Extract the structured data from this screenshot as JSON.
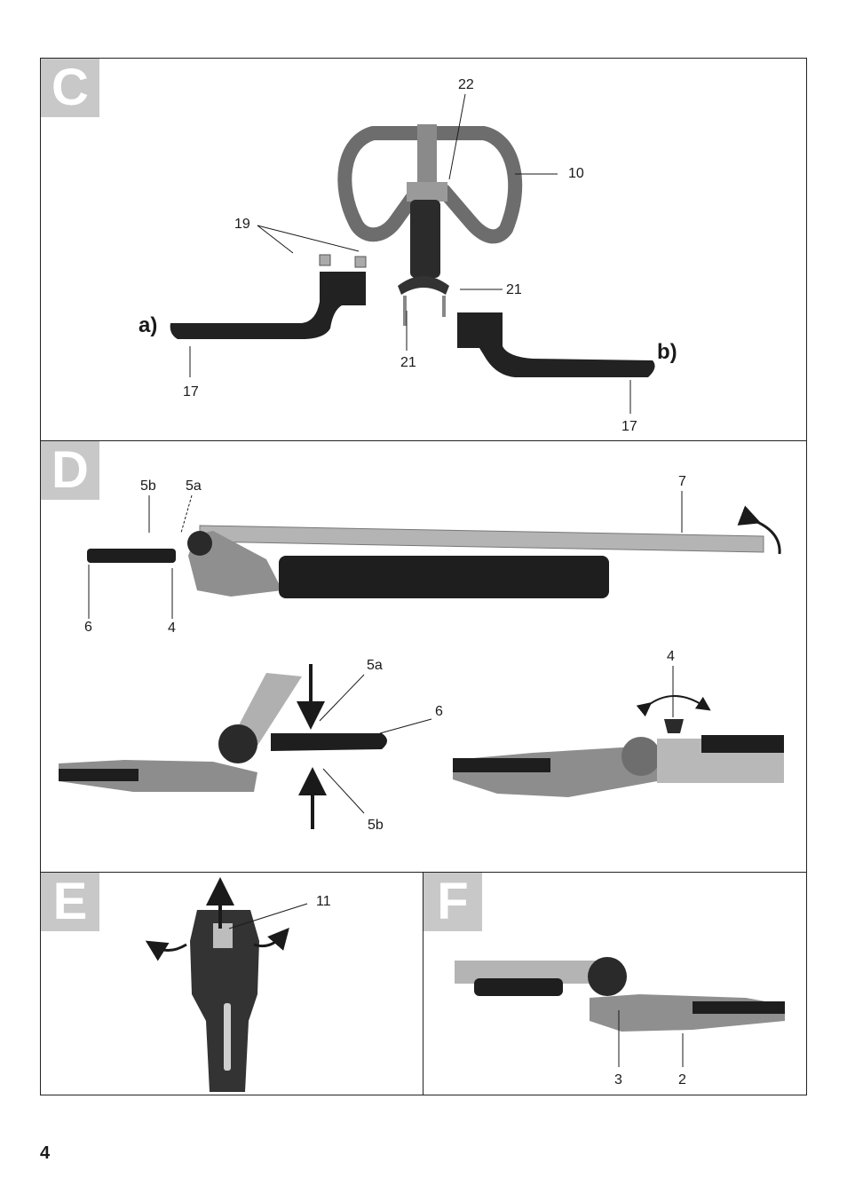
{
  "page_number": "4",
  "panels": {
    "C": {
      "badge": "C",
      "variant_a": "a)",
      "variant_b": "b)",
      "labels": [
        "22",
        "10",
        "19",
        "21",
        "21",
        "17",
        "17"
      ]
    },
    "D": {
      "badge": "D",
      "labels": [
        "5b",
        "5a",
        "7",
        "6",
        "4",
        "5a",
        "6",
        "5b",
        "4"
      ]
    },
    "E": {
      "badge": "E",
      "labels": [
        "11"
      ]
    },
    "F": {
      "badge": "F",
      "labels": [
        "3",
        "2"
      ]
    }
  }
}
